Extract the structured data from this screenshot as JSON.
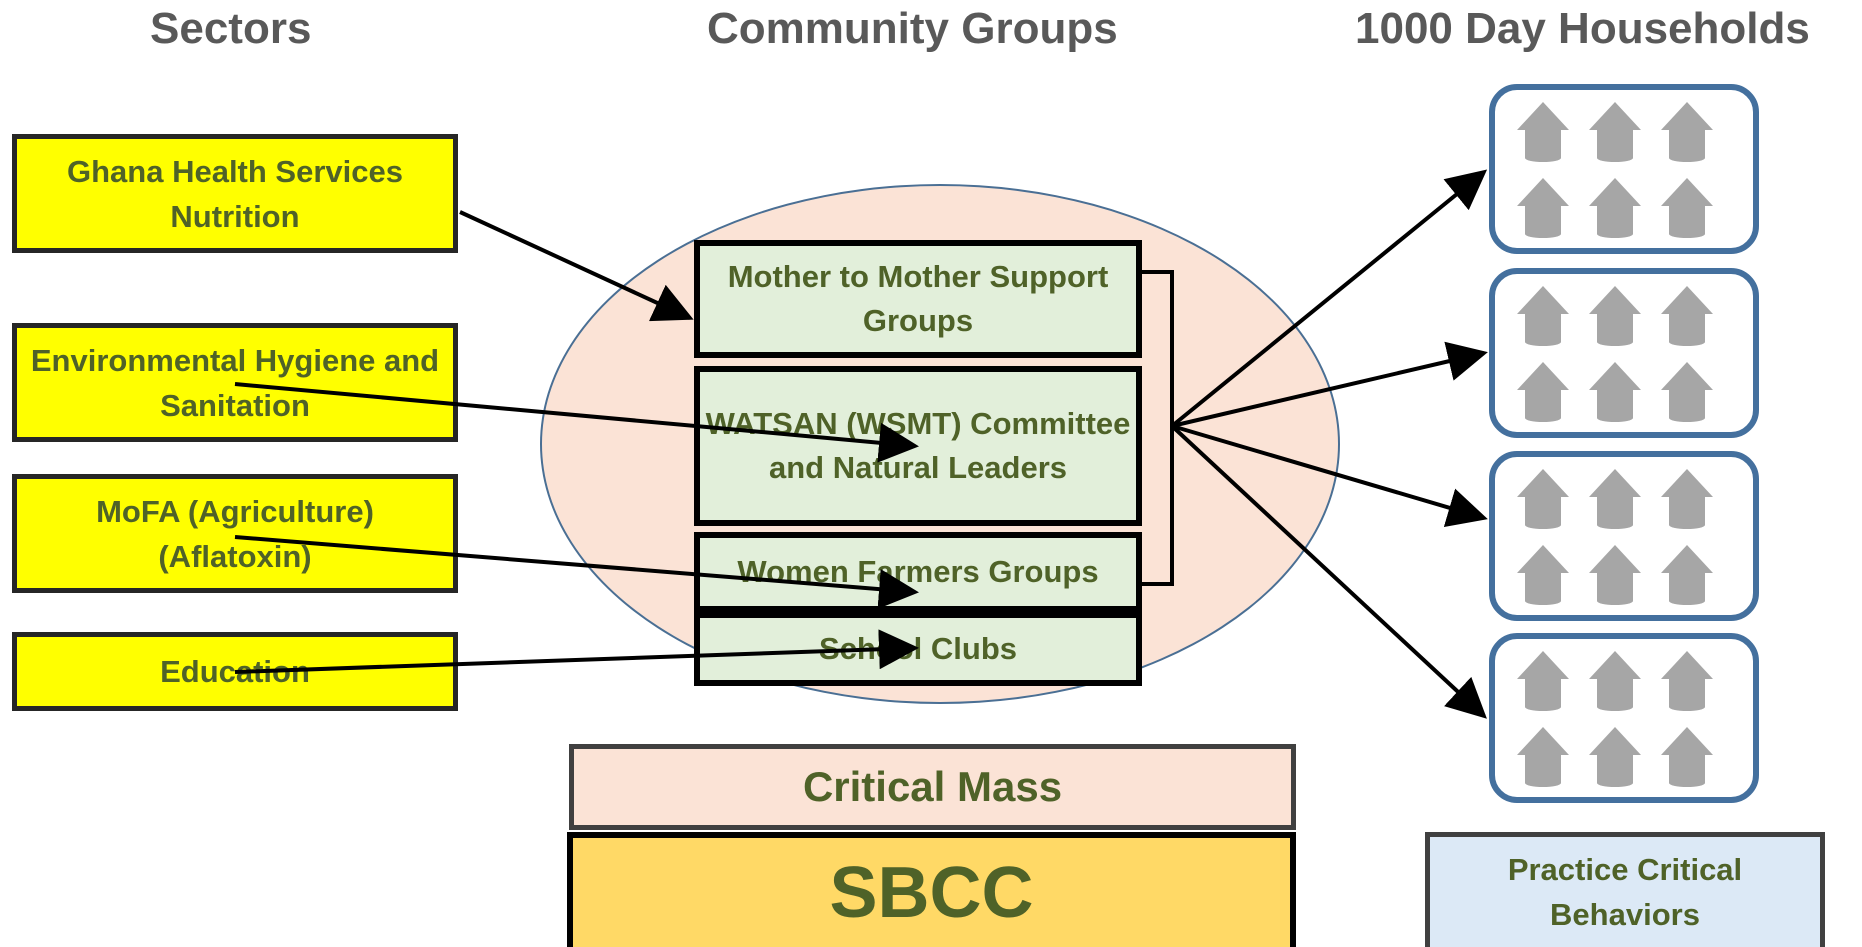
{
  "headings": {
    "sectors": "Sectors",
    "community_groups": "Community Groups",
    "households": "1000 Day Households"
  },
  "sectors": [
    {
      "label": "Ghana Health Services Nutrition"
    },
    {
      "label": "Environmental Hygiene and Sanitation"
    },
    {
      "label": "MoFA (Agriculture) (Aflatoxin)"
    },
    {
      "label": "Education"
    }
  ],
  "groups": [
    {
      "label": "Mother to Mother Support Groups"
    },
    {
      "label": "WATSAN (WSMT) Committee and Natural Leaders"
    },
    {
      "label": "Women Farmers Groups"
    },
    {
      "label": "School Clubs"
    }
  ],
  "critical_mass": "Critical Mass",
  "sbcc": "SBCC",
  "practice": "Practice Critical Behaviors",
  "colors": {
    "sector_fill": "#ffff00",
    "text_green": "#4f6228",
    "group_fill": "#e2efda",
    "ellipse_fill": "#fbe3d6",
    "household_border": "#44709e",
    "house_gray": "#a6a6a6",
    "sbcc_fill": "#ffd966",
    "practice_fill": "#dce9f6"
  },
  "icons": {
    "house": "house-icon"
  }
}
